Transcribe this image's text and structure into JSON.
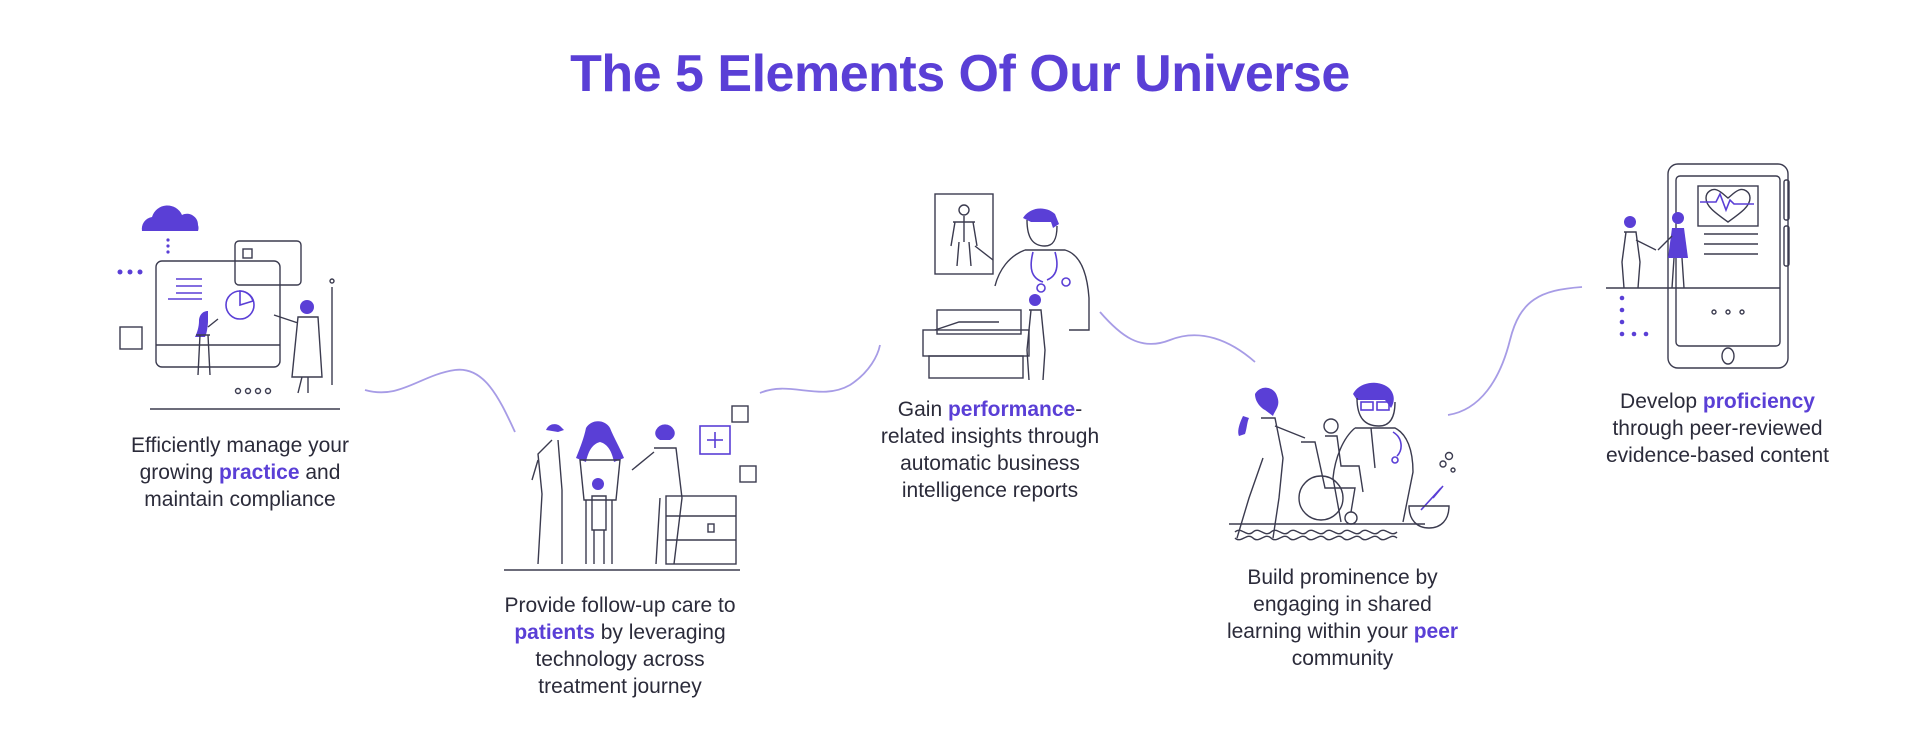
{
  "title": "The 5 Elements Of Our Universe",
  "colors": {
    "accent": "#5a3fd6",
    "text": "#2b2b3a",
    "connector": "#a79ce6"
  },
  "elements": [
    {
      "illustration": "practice-dashboard-illustration",
      "caption": {
        "pre": "Efficiently manage your growing ",
        "highlight": "practice",
        "post": " and maintain compliance"
      }
    },
    {
      "illustration": "family-patient-care-illustration",
      "caption": {
        "pre": "Provide follow-up care to ",
        "highlight": "patients",
        "post": " by leveraging technology across treatment journey"
      }
    },
    {
      "illustration": "doctor-performance-illustration",
      "caption": {
        "pre": "Gain ",
        "highlight": "performance",
        "post": "-related insights through automatic business intelligence reports"
      }
    },
    {
      "illustration": "peer-community-illustration",
      "caption": {
        "pre": "Build prominence by engaging in shared learning within your ",
        "highlight": "peer",
        "post": " community"
      }
    },
    {
      "illustration": "phone-proficiency-illustration",
      "caption": {
        "pre": "Develop ",
        "highlight": "proficiency",
        "post": " through peer-reviewed evidence-based content"
      }
    }
  ]
}
